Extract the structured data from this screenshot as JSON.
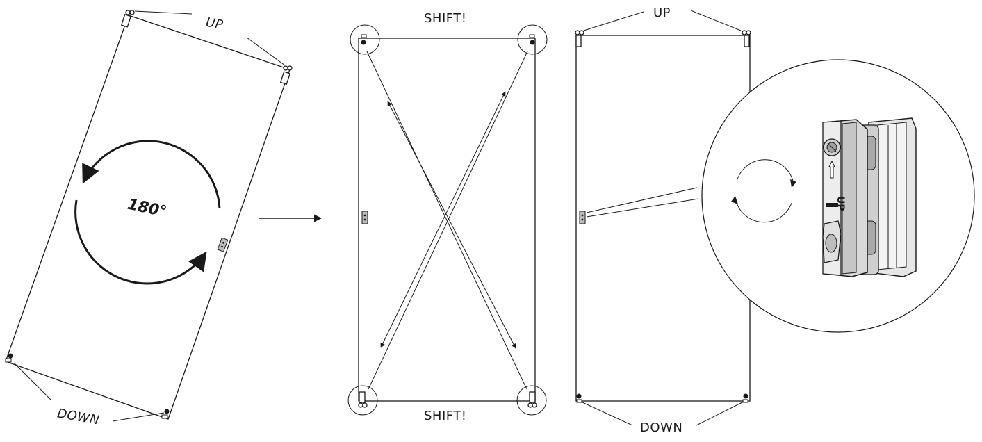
{
  "step1": {
    "label_up": "UP",
    "label_down": "DOWN",
    "rotation_label": "180°"
  },
  "step2": {
    "label_top": "SHIFT!",
    "label_bottom": "SHIFT!"
  },
  "step3": {
    "label_up": "UP",
    "label_down": "DOWN",
    "detail_up_mark": "UP"
  },
  "colors": {
    "line": "#1a1a1a",
    "hinge_body": "#d8d8d8",
    "hinge_shadow": "#8c8c8c"
  },
  "icons": [
    "hinge-icon",
    "latch-icon",
    "rotate-arrow-icon",
    "arrow-right-icon",
    "magnifier-circle-icon"
  ]
}
